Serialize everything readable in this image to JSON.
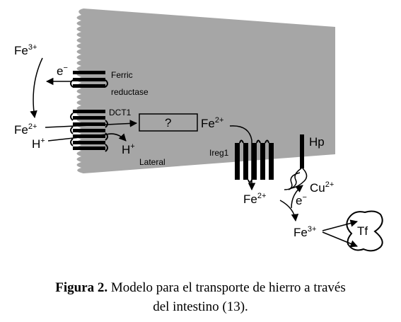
{
  "diagram": {
    "fe3_top": "Fe",
    "fe3_top_sup": "3+",
    "electron": "e",
    "electron_sup": "−",
    "ferric": "Ferric",
    "reductase": "reductase",
    "dct1": "DCT1",
    "unknown": "?",
    "fe2_left": "Fe",
    "fe2_left_sup": "2+",
    "h_left": "H",
    "h_left_sup": "+",
    "h_inside": "H",
    "h_inside_sup": "+",
    "lateral": "Lateral",
    "fe2_cell": "Fe",
    "fe2_cell_sup": "2+",
    "ireg1": "Ireg1",
    "hp": "Hp",
    "cu": "Cu",
    "cu_sup": "2+",
    "electron2": "e",
    "electron2_sup": "−",
    "fe2_out": "Fe",
    "fe2_out_sup": "2+",
    "fe3_out": "Fe",
    "fe3_out_sup": "3+",
    "tf": "Tf"
  },
  "caption": {
    "label": "Figura 2.",
    "line1": "Modelo para el transporte de hierro a través",
    "line2": "del intestino (13)."
  }
}
